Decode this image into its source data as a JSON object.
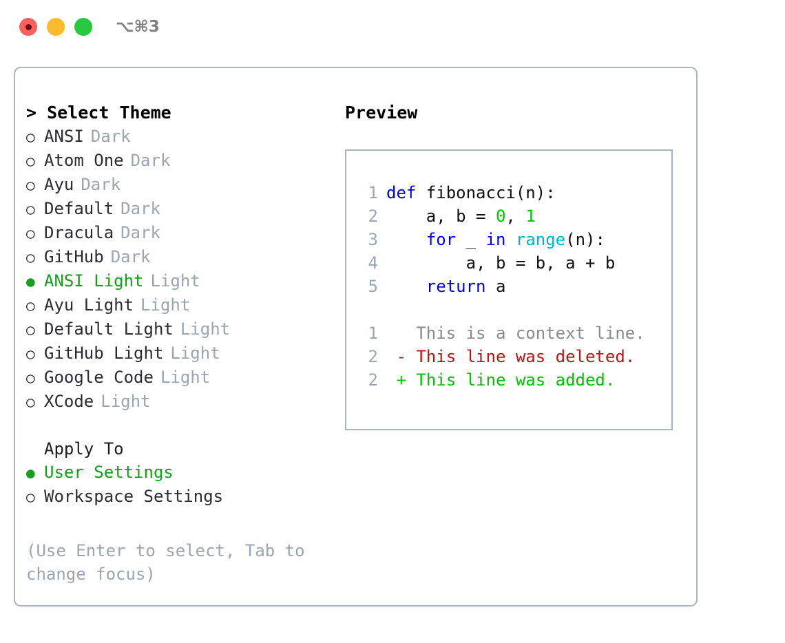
{
  "titlebar": {
    "shortcut": "⌥⌘3",
    "buttons": [
      {
        "name": "close",
        "color": "#f9605e"
      },
      {
        "name": "minimize",
        "color": "#fcbb2e"
      },
      {
        "name": "zoom",
        "color": "#28c840"
      }
    ]
  },
  "theme_picker": {
    "title": "> Select Theme",
    "options": [
      {
        "bullet": "○",
        "label": "ANSI",
        "tag": "Dark",
        "selected": false
      },
      {
        "bullet": "○",
        "label": "Atom One",
        "tag": "Dark",
        "selected": false
      },
      {
        "bullet": "○",
        "label": "Ayu",
        "tag": "Dark",
        "selected": false
      },
      {
        "bullet": "○",
        "label": "Default",
        "tag": "Dark",
        "selected": false
      },
      {
        "bullet": "○",
        "label": "Dracula",
        "tag": "Dark",
        "selected": false
      },
      {
        "bullet": "○",
        "label": "GitHub",
        "tag": "Dark",
        "selected": false
      },
      {
        "bullet": "●",
        "label": "ANSI Light",
        "tag": "Light",
        "selected": true
      },
      {
        "bullet": "○",
        "label": "Ayu Light",
        "tag": "Light",
        "selected": false
      },
      {
        "bullet": "○",
        "label": "Default Light",
        "tag": "Light",
        "selected": false
      },
      {
        "bullet": "○",
        "label": "GitHub Light",
        "tag": "Light",
        "selected": false
      },
      {
        "bullet": "○",
        "label": "Google Code",
        "tag": "Light",
        "selected": false
      },
      {
        "bullet": "○",
        "label": "XCode",
        "tag": "Light",
        "selected": false
      }
    ]
  },
  "apply_to": {
    "heading": "Apply To",
    "options": [
      {
        "bullet": "●",
        "label": "User Settings",
        "selected": true
      },
      {
        "bullet": "○",
        "label": "Workspace Settings",
        "selected": false
      }
    ]
  },
  "hint": "(Use Enter to select, Tab to change focus)",
  "preview": {
    "title": "Preview",
    "code_lines": [
      {
        "lineno": "1",
        "tokens": [
          {
            "text": "def ",
            "kind": "kw"
          },
          {
            "text": "fibonacci(n):",
            "kind": "txt"
          }
        ]
      },
      {
        "lineno": "2",
        "tokens": [
          {
            "text": "    a, b = ",
            "kind": "txt"
          },
          {
            "text": "0",
            "kind": "num"
          },
          {
            "text": ", ",
            "kind": "txt"
          },
          {
            "text": "1",
            "kind": "num"
          }
        ]
      },
      {
        "lineno": "3",
        "tokens": [
          {
            "text": "    ",
            "kind": "txt"
          },
          {
            "text": "for",
            "kind": "kw"
          },
          {
            "text": " _ ",
            "kind": "txt"
          },
          {
            "text": "in",
            "kind": "kw"
          },
          {
            "text": " ",
            "kind": "txt"
          },
          {
            "text": "range",
            "kind": "fn"
          },
          {
            "text": "(n):",
            "kind": "txt"
          }
        ]
      },
      {
        "lineno": "4",
        "tokens": [
          {
            "text": "        a, b = b, a + b",
            "kind": "txt"
          }
        ]
      },
      {
        "lineno": "5",
        "tokens": [
          {
            "text": "    ",
            "kind": "txt"
          },
          {
            "text": "return",
            "kind": "kw"
          },
          {
            "text": " a",
            "kind": "txt"
          }
        ]
      }
    ],
    "diff_lines": [
      {
        "lineno": "1",
        "tokens": [
          {
            "text": "   This is a context line.",
            "kind": "ctx"
          }
        ]
      },
      {
        "lineno": "2",
        "tokens": [
          {
            "text": " - This line was deleted.",
            "kind": "del"
          }
        ]
      },
      {
        "lineno": "2",
        "tokens": [
          {
            "text": " + This line was added.",
            "kind": "add"
          }
        ]
      }
    ]
  },
  "colors": {
    "selected_green": "#14a01a",
    "muted_gray": "#9aa5b1",
    "border": "#aab4c0",
    "keyword_blue": "#0000ee",
    "function_cyan": "#00b5cc",
    "number_green": "#00c400",
    "diff_del_red": "#c01414",
    "diff_add_green": "#00c400"
  }
}
